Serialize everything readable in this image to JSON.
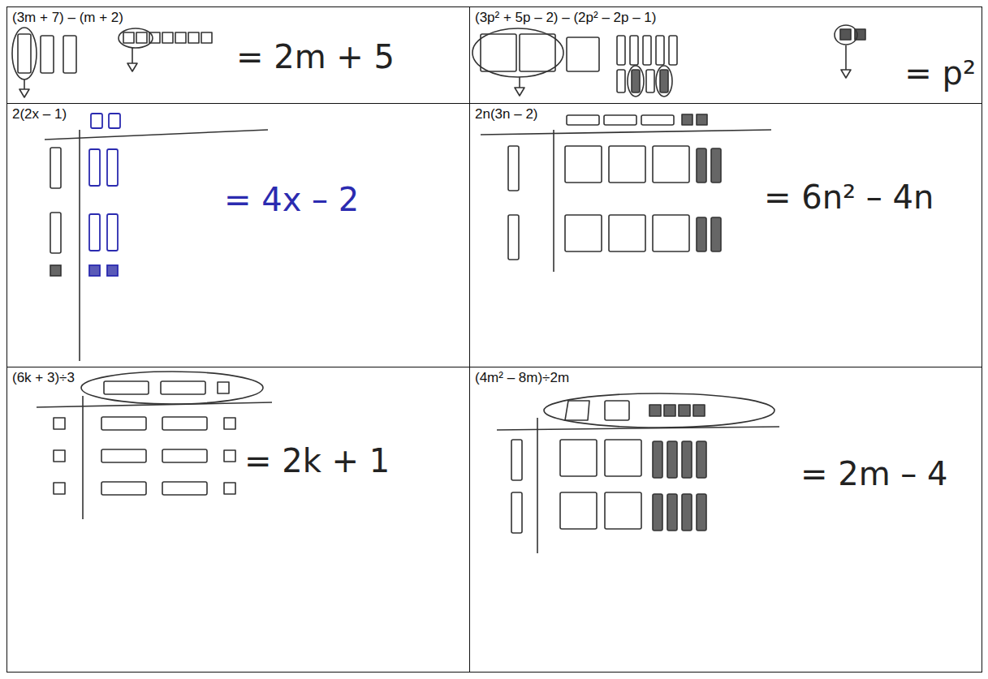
{
  "diagram": {
    "nodes": [
      {
        "text": [
          "(3m + 7) – (m + 2)",
          "= 2m + 5"
        ]
      },
      {
        "text": [
          "(3p² + 5p – 2) – (2p² – 2p – 1)",
          "= p²"
        ]
      },
      {
        "text": [
          "2(2x – 1)",
          "= 4x – 2"
        ]
      },
      {
        "text": [
          "2n(3n – 2)",
          "= 6n² – 4n"
        ]
      },
      {
        "text": [
          "(6k + 3)÷3",
          "= 2k + 1"
        ]
      },
      {
        "text": [
          "(4m² – 8m)÷2m",
          "= 2m – 4"
        ]
      }
    ]
  }
}
